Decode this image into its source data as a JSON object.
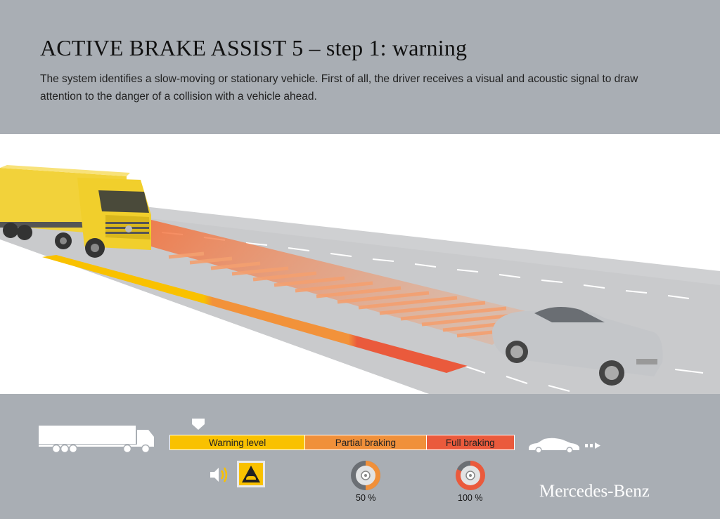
{
  "header": {
    "title": "ACTIVE BRAKE ASSIST 5 – step 1: warning",
    "description": "The system identifies a slow-moving or stationary vehicle. First of all, the driver receives a visual and acoustic signal to draw attention to the danger of a collision with a vehicle ahead."
  },
  "legend": {
    "segments": [
      {
        "label": "Warning level",
        "color": "#f9c100"
      },
      {
        "label": "Partial braking",
        "color": "#f0903a"
      },
      {
        "label": "Full braking",
        "color": "#ea5a3c"
      }
    ],
    "partial_value": "50 %",
    "full_value": "100 %"
  },
  "icons": {
    "truck": "truck-icon",
    "car": "car-icon",
    "speaker": "speaker-icon",
    "warning_sign": "collision-warning-icon",
    "brake_partial": "brake-disc-icon",
    "brake_full": "brake-disc-icon",
    "indicator": "indicator-triangle-icon"
  },
  "brand": {
    "name": "Mercedes-Benz"
  }
}
